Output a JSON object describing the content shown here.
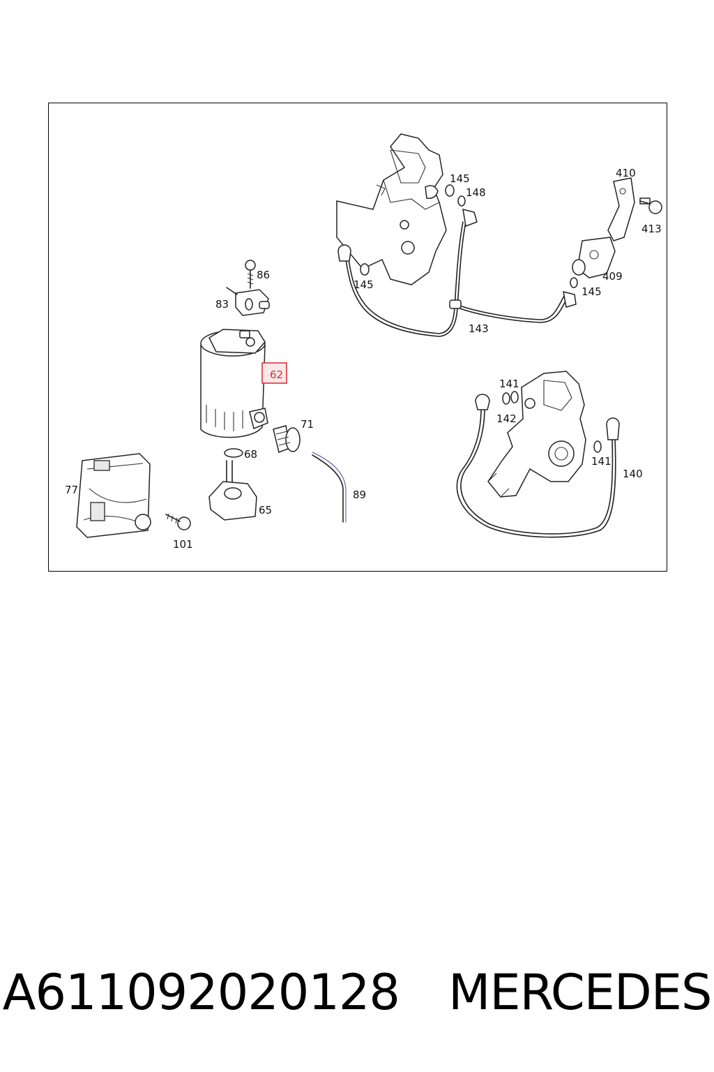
{
  "diagram": {
    "labels": {
      "p62": "62",
      "p65": "65",
      "p68": "68",
      "p71": "71",
      "p77": "77",
      "p83": "83",
      "p86": "86",
      "p89": "89",
      "p101": "101",
      "p140": "140",
      "p141a": "141",
      "p141b": "141",
      "p142": "142",
      "p143": "143",
      "p145a": "145",
      "p145b": "145",
      "p145c": "145",
      "p148": "148",
      "p409": "409",
      "p410": "410",
      "p413": "413"
    },
    "highlight_color": "#d9333f"
  },
  "caption": {
    "part_number": "A611092020128",
    "brand": "MERCEDES"
  }
}
